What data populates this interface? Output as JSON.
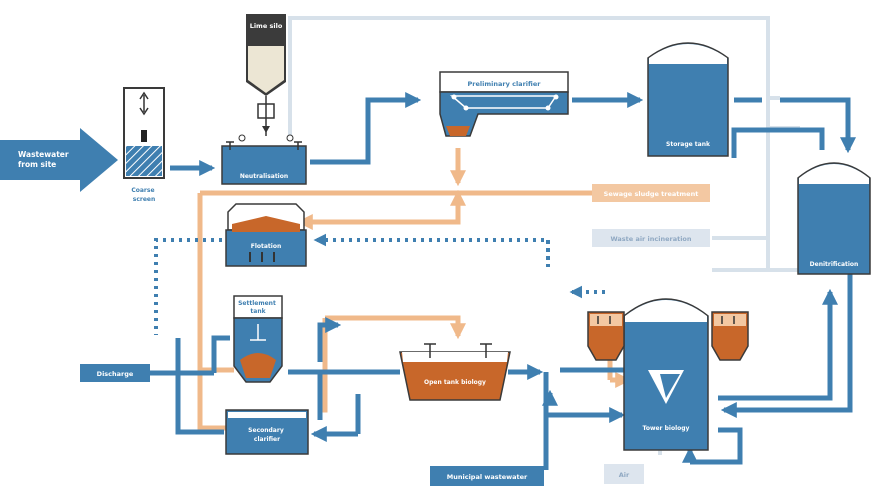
{
  "labels": {
    "wastewater_from_site": [
      "Wastewater",
      "from site"
    ],
    "lime_silo": "Lime silo",
    "coarse_screen": [
      "Coarse",
      "screen"
    ],
    "neutralisation": "Neutralisation",
    "preliminary_clarifier": "Preliminary clarifier",
    "storage_tank": "Storage tank",
    "sewage_sludge_treatment": "Sewage sludge treatment",
    "waste_air_incineration": "Waste air incineration",
    "flotation": "Flotation",
    "denitrification": "Denitrification",
    "settlement_tank": [
      "Settlement",
      "tank"
    ],
    "open_tank_biology": "Open tank biology",
    "discharge": "Discharge",
    "secondary_clarifier": [
      "Secondary",
      "clarifier"
    ],
    "tower_biology": "Tower biology",
    "municipal_wastewater": "Municipal wastewater",
    "air": "Air"
  },
  "colors": {
    "blue": "#3f7fb0",
    "blue_dark": "#2e6a99",
    "orange_line": "#f0b98a",
    "orange_box": "#f3c8a2",
    "sludge": "#c8672a",
    "grey_line": "#d7e1ea",
    "grey_box": "#dde5ee",
    "silo_fill": "#ece6d4"
  }
}
